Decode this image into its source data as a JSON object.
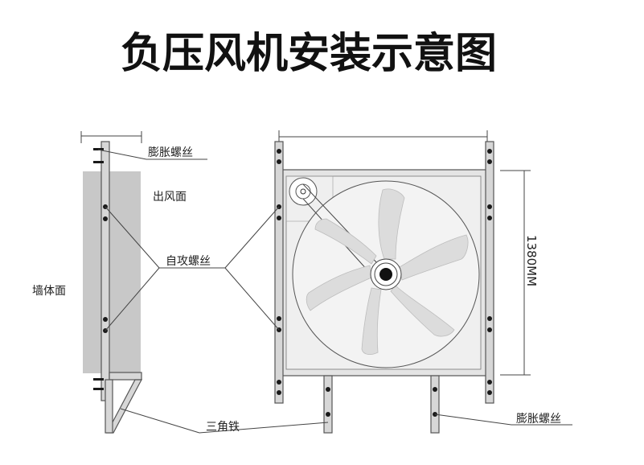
{
  "title": "负压风机安装示意图",
  "labels": {
    "expansion_bolt_top": "膨胀螺丝",
    "air_outlet": "出风面",
    "self_tapping_screw": "自攻螺丝",
    "wall_surface": "墙体面",
    "angle_iron": "三角铁",
    "expansion_bolt_bottom": "膨胀螺丝"
  },
  "dimensions": {
    "height_label": "1380MM"
  },
  "colors": {
    "wall": "#c8c8c8",
    "panel": "#efefef",
    "rail": "#d7d7d7",
    "bolt": "#1a1a1a"
  }
}
